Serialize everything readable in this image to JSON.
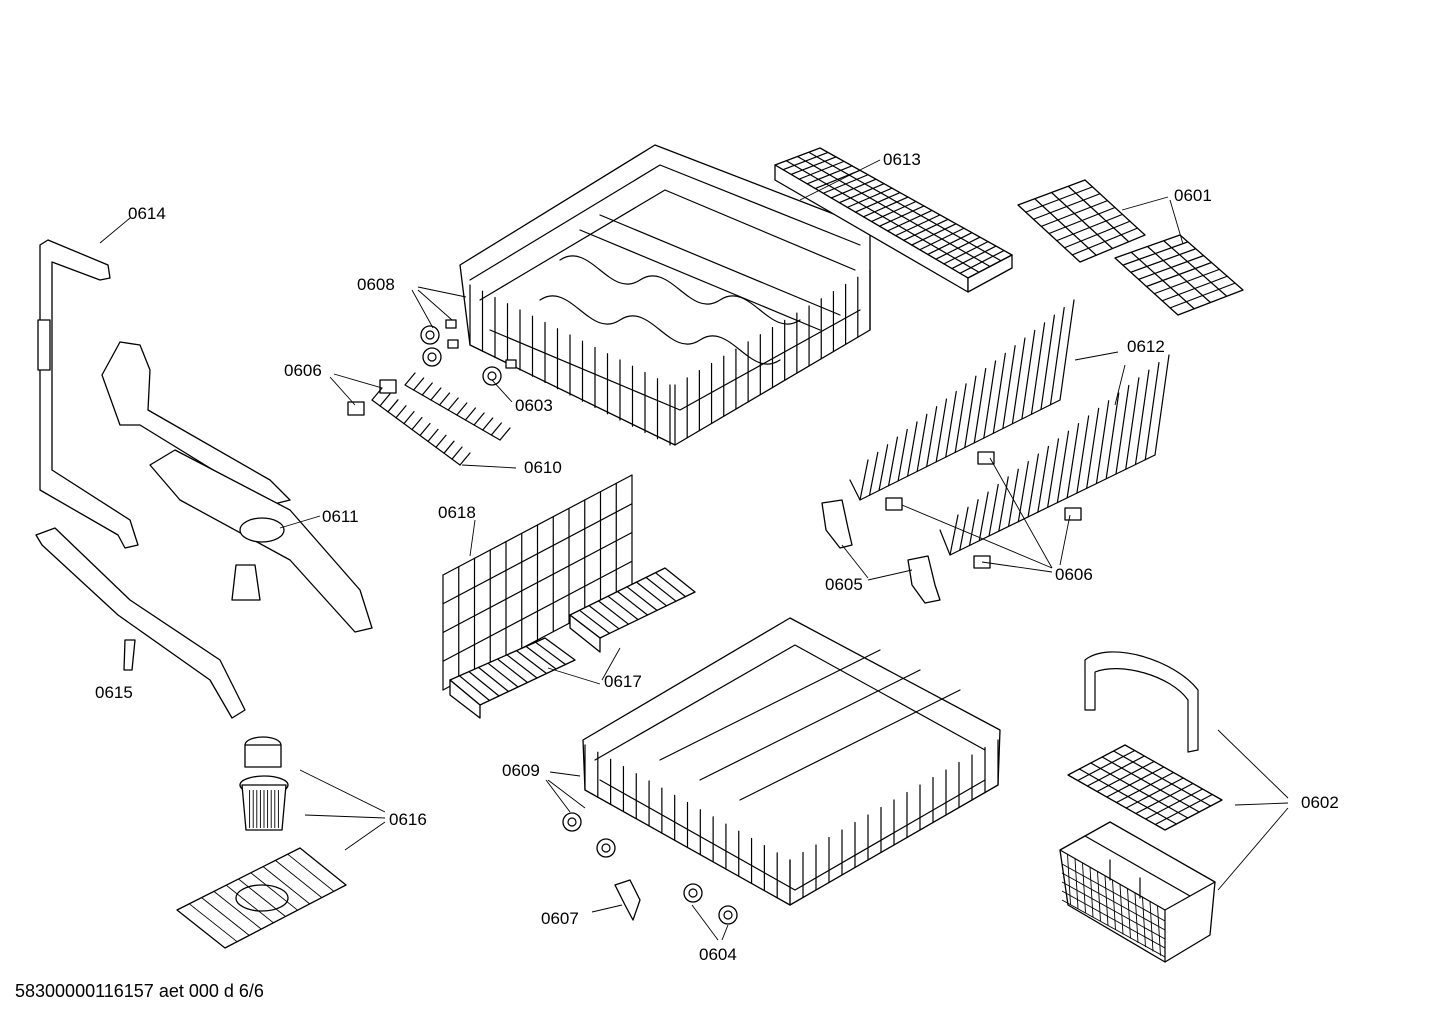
{
  "labels": {
    "p0601": "0601",
    "p0602": "0602",
    "p0603": "0603",
    "p0604": "0604",
    "p0605": "0605",
    "p0606a": "0606",
    "p0606b": "0606",
    "p0607": "0607",
    "p0608": "0608",
    "p0609": "0609",
    "p0610": "0610",
    "p0611": "0611",
    "p0612": "0612",
    "p0613": "0613",
    "p0614": "0614",
    "p0615": "0615",
    "p0616": "0616",
    "p0617": "0617",
    "p0618": "0618"
  },
  "footer": "58300000116157 aet 000 d 6/6"
}
